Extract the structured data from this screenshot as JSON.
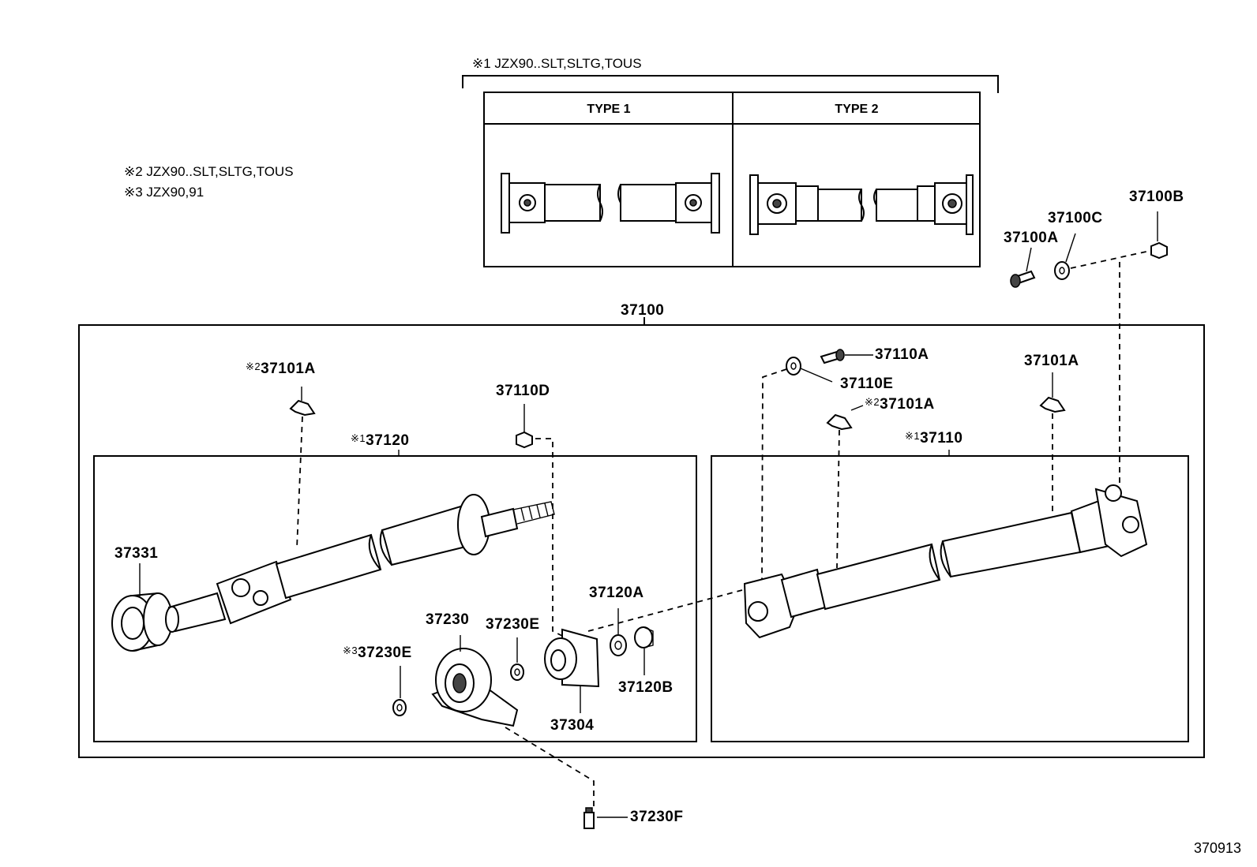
{
  "notes": {
    "note1": "※1 JZX90..SLT,SLTG,TOUS",
    "note2": "※2 JZX90..SLT,SLTG,TOUS",
    "note3": "※3 JZX90,91"
  },
  "types": {
    "type1": "TYPE 1",
    "type2": "TYPE 2"
  },
  "labels": {
    "assembly": "37100",
    "p37100A": "37100A",
    "p37100B": "37100B",
    "p37100C": "37100C",
    "p37101A_left_mark": "※2",
    "p37101A_left": "37101A",
    "p37110D": "37110D",
    "p37120_mark": "※1",
    "p37120": "37120",
    "p37331": "37331",
    "p37230": "37230",
    "p37230E": "37230E",
    "p37230E_left_mark": "※3",
    "p37230E_left": "37230E",
    "p37120A": "37120A",
    "p37120B": "37120B",
    "p37304": "37304",
    "p37230F": "37230F",
    "p37110A": "37110A",
    "p37110E": "37110E",
    "p37101A_mid_mark": "※2",
    "p37101A_mid": "37101A",
    "p37101A_right": "37101A",
    "p37110_mark": "※1",
    "p37110": "37110",
    "diagram_id": "370913"
  }
}
